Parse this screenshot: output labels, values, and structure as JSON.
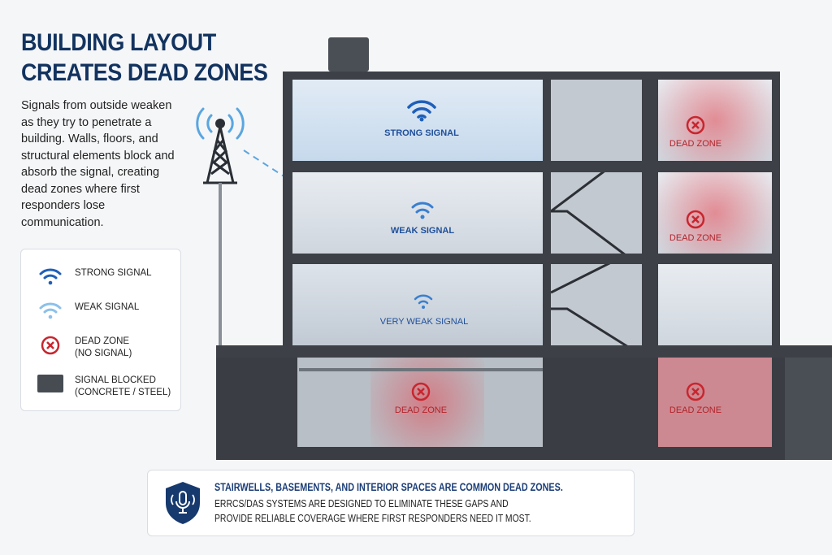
{
  "title": [
    "BUILDING LAYOUT",
    "CREATES DEAD ZONES"
  ],
  "intro": "Signals from outside weaken as they try to penetrate a building. Walls, floors, and structural elements block and absorb the signal, creating dead zones where first responders lose communication.",
  "legend": [
    {
      "icon": "wifi-strong-icon",
      "label": "STRONG SIGNAL"
    },
    {
      "icon": "wifi-weak-icon",
      "label": "WEAK SIGNAL"
    },
    {
      "icon": "dead-zone-x-icon",
      "label": "DEAD ZONE\n(NO SIGNAL)"
    },
    {
      "icon": "blocked-block-icon",
      "label": "SIGNAL BLOCKED\n(CONCRETE / STEEL)"
    }
  ],
  "building": {
    "strong": "STRONG SIGNAL",
    "weak": "WEAK SIGNAL",
    "very_weak": "VERY WEAK SIGNAL",
    "dead": "DEAD ZONE"
  },
  "callout": {
    "headline": "STAIRWELLS, BASEMENTS, AND INTERIOR SPACES ARE COMMON DEAD ZONES.",
    "line1": "ERRCS/DAS SYSTEMS ARE DESIGNED TO ELIMINATE THESE GAPS AND",
    "line2": "PROVIDE RELIABLE COVERAGE WHERE FIRST RESPONDERS NEED IT MOST."
  },
  "colors": {
    "navy": "#12335f",
    "signal": "#1f5fb8",
    "dead": "#d23a44"
  }
}
